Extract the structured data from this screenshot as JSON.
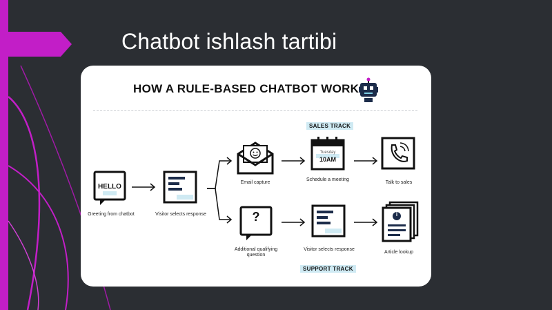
{
  "slide": {
    "title": "Chatbot ishlash tartibi"
  },
  "theme": {
    "background": "#2b2e33",
    "accent": "#c21ec7",
    "card": "#ffffff",
    "highlight": "#cfeaf3"
  },
  "infographic": {
    "heading": "HOW A RULE-BASED CHATBOT WORKS",
    "sales_track": "SALES TRACK",
    "support_track": "SUPPORT TRACK",
    "hello_text": "HELLO",
    "question_mark": "?",
    "calendar_day": "Tuesday",
    "calendar_time": "10AM",
    "article_mark": "i",
    "labels": {
      "greeting": "Greeting from chatbot",
      "visitor_selects_1": "Visitor selects response",
      "email_capture": "Email capture",
      "schedule_meeting": "Schedule a meeting",
      "talk_to_sales": "Talk to sales",
      "additional_question": "Additional qualifying question",
      "visitor_selects_2": "Visitor selects response",
      "article_lookup": "Article lookup"
    }
  }
}
